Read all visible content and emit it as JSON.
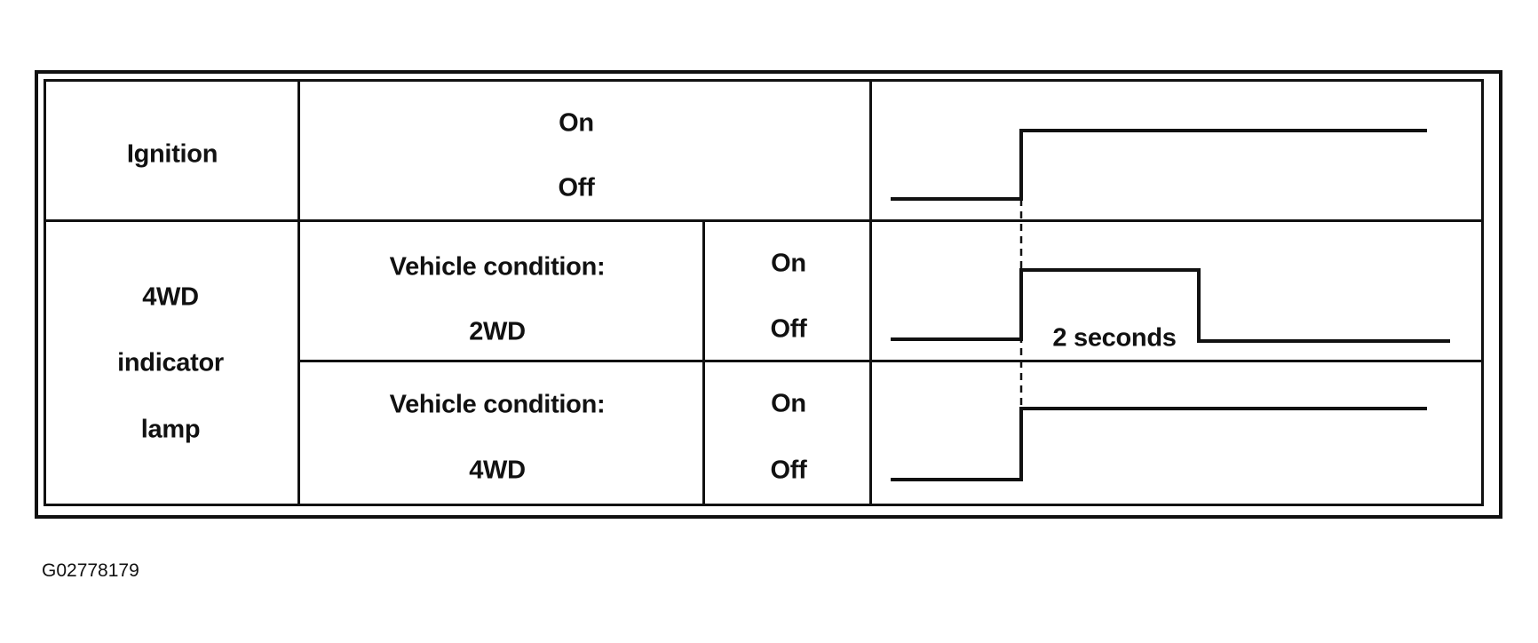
{
  "table": {
    "ignition": {
      "label": "Ignition",
      "on": "On",
      "off": "Off"
    },
    "indicator": {
      "label_line1": "4WD",
      "label_line2": "indicator",
      "label_line3": "lamp",
      "row_2wd": {
        "condition_line1": "Vehicle condition:",
        "condition_line2": "2WD",
        "on": "On",
        "off": "Off"
      },
      "row_4wd": {
        "condition_line1": "Vehicle condition:",
        "condition_line2": "4WD",
        "on": "On",
        "off": "Off"
      }
    }
  },
  "timing": {
    "duration_label": "2 seconds"
  },
  "footer": {
    "diagram_id": "G02778179"
  }
}
